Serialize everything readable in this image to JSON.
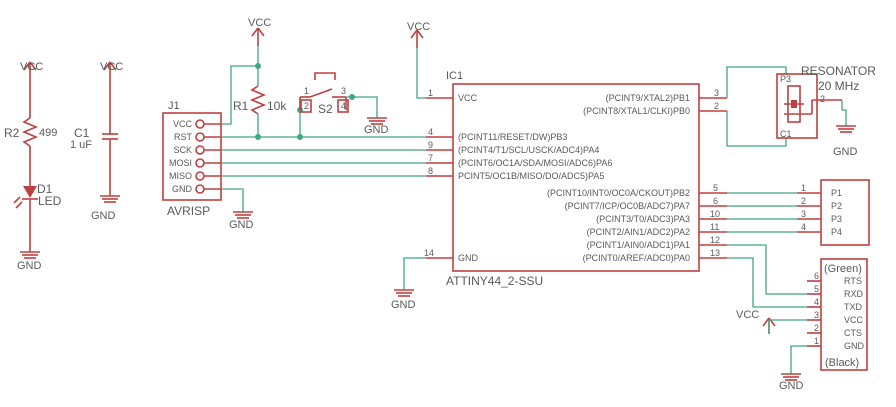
{
  "power": {
    "vcc": "VCC",
    "gnd": "GND"
  },
  "r2": {
    "ref": "R2",
    "value": "499"
  },
  "d1": {
    "ref": "D1",
    "value": "LED"
  },
  "c1": {
    "ref": "C1",
    "value": "1 uF"
  },
  "j1": {
    "ref": "J1",
    "value": "AVRISP",
    "pins": [
      "VCC",
      "RST",
      "SCK",
      "MOSI",
      "MISO",
      "GND"
    ]
  },
  "r1": {
    "ref": "R1",
    "value": "10k"
  },
  "s2": {
    "ref": "S2",
    "pins": [
      "1",
      "2",
      "3",
      "4"
    ]
  },
  "ic1": {
    "ref": "IC1",
    "value": "ATTINY44_2-SSU",
    "left_pins": [
      {
        "num": "1",
        "name": "VCC"
      },
      {
        "num": "4",
        "name": "(PCINT11/RESET/DW)PB3"
      },
      {
        "num": "9",
        "name": "(PCINT4/T1/SCL/USCK/ADC4)PA4"
      },
      {
        "num": "7",
        "name": "(PCINT6/OC1A/SDA/MOSI/ADC6)PA6"
      },
      {
        "num": "8",
        "name": "PCINT5/OC1B/MISO/DO/ADC5)PA5"
      },
      {
        "num": "14",
        "name": "GND"
      }
    ],
    "right_pins": [
      {
        "num": "3",
        "name": "(PCINT9/XTAL2)PB1"
      },
      {
        "num": "2",
        "name": "(PCINT8/XTAL1/CLKI)PB0"
      },
      {
        "num": "5",
        "name": "(PCINT10/INT0/OC0A/CKOUT)PB2"
      },
      {
        "num": "6",
        "name": "(PCINT7/ICP/OC0B/ADC7)PA7"
      },
      {
        "num": "10",
        "name": "(PCINT3/T0/ADC3)PA3"
      },
      {
        "num": "11",
        "name": "(PCINT2/AIN1/ADC2)PA2"
      },
      {
        "num": "12",
        "name": "(PCINT1/AIN0/ADC1)PA1"
      },
      {
        "num": "13",
        "name": "(PCINT0/AREF/ADC0)PA0"
      }
    ]
  },
  "resonator": {
    "ref": "RESONATOR",
    "value": "20 MHz",
    "pins": [
      "P3",
      "2",
      "C1"
    ]
  },
  "header": {
    "pins": [
      "1",
      "2",
      "3",
      "4"
    ],
    "labels": [
      "P1",
      "P2",
      "P3",
      "P4"
    ]
  },
  "ftdi": {
    "top_label": "(Green)",
    "bottom_label": "(Black)",
    "pins": [
      {
        "num": "6",
        "name": "RTS"
      },
      {
        "num": "5",
        "name": "RXD"
      },
      {
        "num": "4",
        "name": "TXD"
      },
      {
        "num": "3",
        "name": "VCC"
      },
      {
        "num": "2",
        "name": "CTS"
      },
      {
        "num": "1",
        "name": "GND"
      }
    ]
  }
}
